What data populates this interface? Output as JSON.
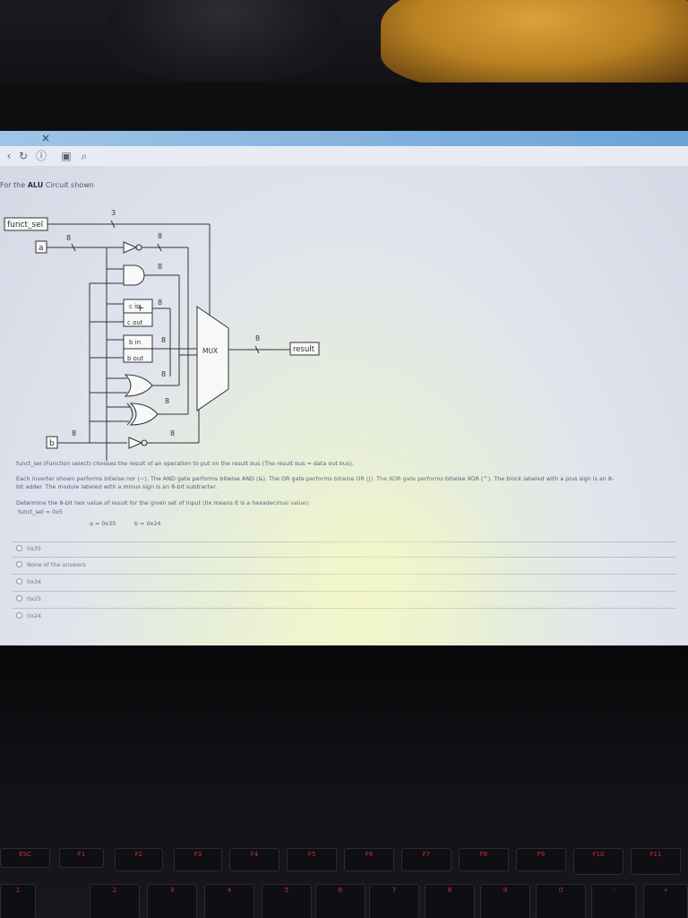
{
  "browser": {
    "tab_close": "×",
    "toolbar_icons": [
      "back-icon",
      "reload-icon",
      "info-icon",
      "page-icon",
      "search-icon"
    ]
  },
  "page": {
    "title_prefix": "For the ",
    "title_bold": "ALU",
    "title_suffix": " Circuit shown"
  },
  "circuit": {
    "funct_sel": "funct_sel",
    "a": "a",
    "b": "b",
    "mux": "MUX",
    "result": "result",
    "cin": "c in",
    "cout": "c out",
    "bin": "b in",
    "bout": "b out",
    "width_select": "3",
    "width_bus": "8",
    "plus": "+"
  },
  "question": {
    "line1": "funct_sel (Function select) chooses the result of an operation to put on the result bus (The result bus = data out bus).",
    "line2a": "Each inverter shown performs bitwise nor (~). The AND gate performs bitwise AND (&). The OR gate performs bitwise OR (|). The XOR gate performs bitwise XOR (^). The block labeled with a plus sign is an 8-",
    "line2b": "bit adder. The module labeled with a minus sign is an 8-bit subtracter.",
    "line3": "Determine the 8-bit hex value of result for the given set of input (0x means it is a hexadecimal value):",
    "inputs": {
      "funct_sel": "funct_sel = 0x5",
      "a": "a = 0x35",
      "b": "b = 0x24"
    }
  },
  "options": [
    "0x35",
    "None of the answers",
    "0x34",
    "0x25",
    "0x24"
  ],
  "keyboard": {
    "fn_keys": [
      "ESC",
      "F1",
      "F2",
      "F3",
      "F4",
      "F5",
      "F6",
      "F7",
      "F8",
      "F9",
      "F10",
      "F11"
    ],
    "num_keys": [
      "1",
      "2",
      "3",
      "4",
      "5",
      "6",
      "7",
      "8",
      "9",
      "0",
      "-",
      "+"
    ]
  }
}
